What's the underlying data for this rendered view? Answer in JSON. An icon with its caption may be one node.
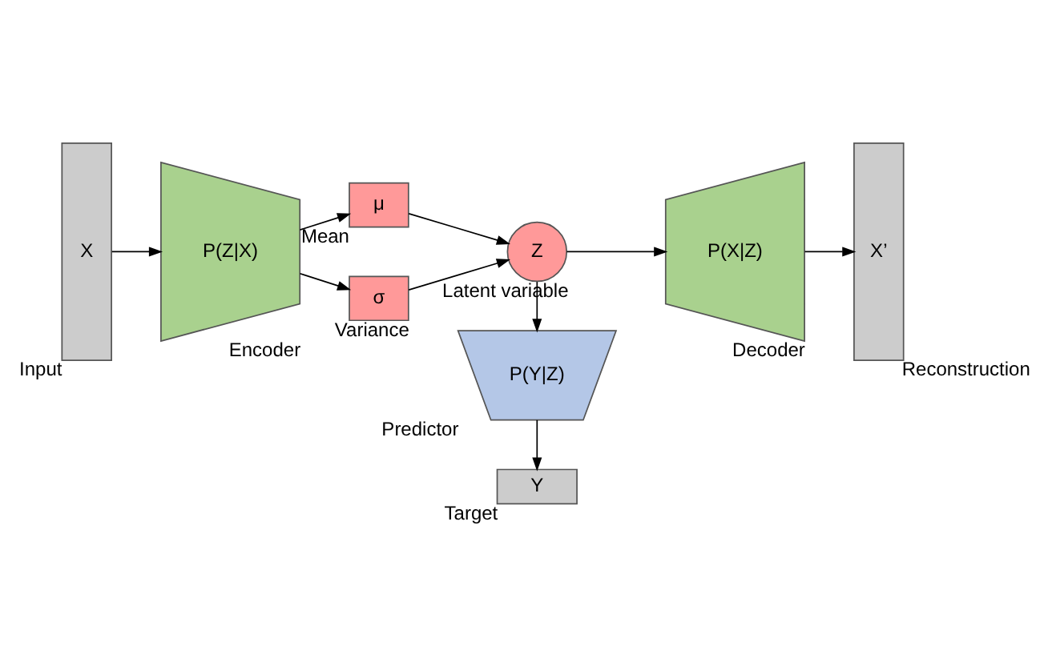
{
  "diagram": {
    "nodes": [
      {
        "text": [
          "X"
        ],
        "beside": [
          "Input"
        ]
      },
      {
        "text": [
          "P(Z|X)"
        ],
        "beside": [
          "Encoder"
        ]
      },
      {
        "text": [
          "μ"
        ],
        "beside": [
          "Mean"
        ]
      },
      {
        "text": [
          "σ"
        ],
        "beside": [
          "Variance"
        ]
      },
      {
        "text": [
          "Z"
        ],
        "beside": [
          "Latent variable"
        ]
      },
      {
        "text": [
          "P(X|Z)"
        ],
        "beside": [
          "Decoder"
        ]
      },
      {
        "text": [
          "X’"
        ],
        "beside": [
          "Reconstruction"
        ]
      },
      {
        "text": [
          "P(Y|Z)"
        ],
        "beside": [
          "Predictor"
        ]
      },
      {
        "text": [
          "Y"
        ],
        "beside": [
          "Target"
        ]
      }
    ],
    "edges": [
      {
        "from": 0,
        "to": 1,
        "arrow": "to"
      },
      {
        "from": 1,
        "to": 2,
        "arrow": "to"
      },
      {
        "from": 1,
        "to": 3,
        "arrow": "to"
      },
      {
        "from": 2,
        "to": 4,
        "arrow": "to"
      },
      {
        "from": 3,
        "to": 4,
        "arrow": "to"
      },
      {
        "from": 4,
        "to": 5,
        "arrow": "to"
      },
      {
        "from": 5,
        "to": 6,
        "arrow": "to"
      },
      {
        "from": 4,
        "to": 7,
        "arrow": "to"
      },
      {
        "from": 7,
        "to": 8,
        "arrow": "to"
      }
    ]
  }
}
